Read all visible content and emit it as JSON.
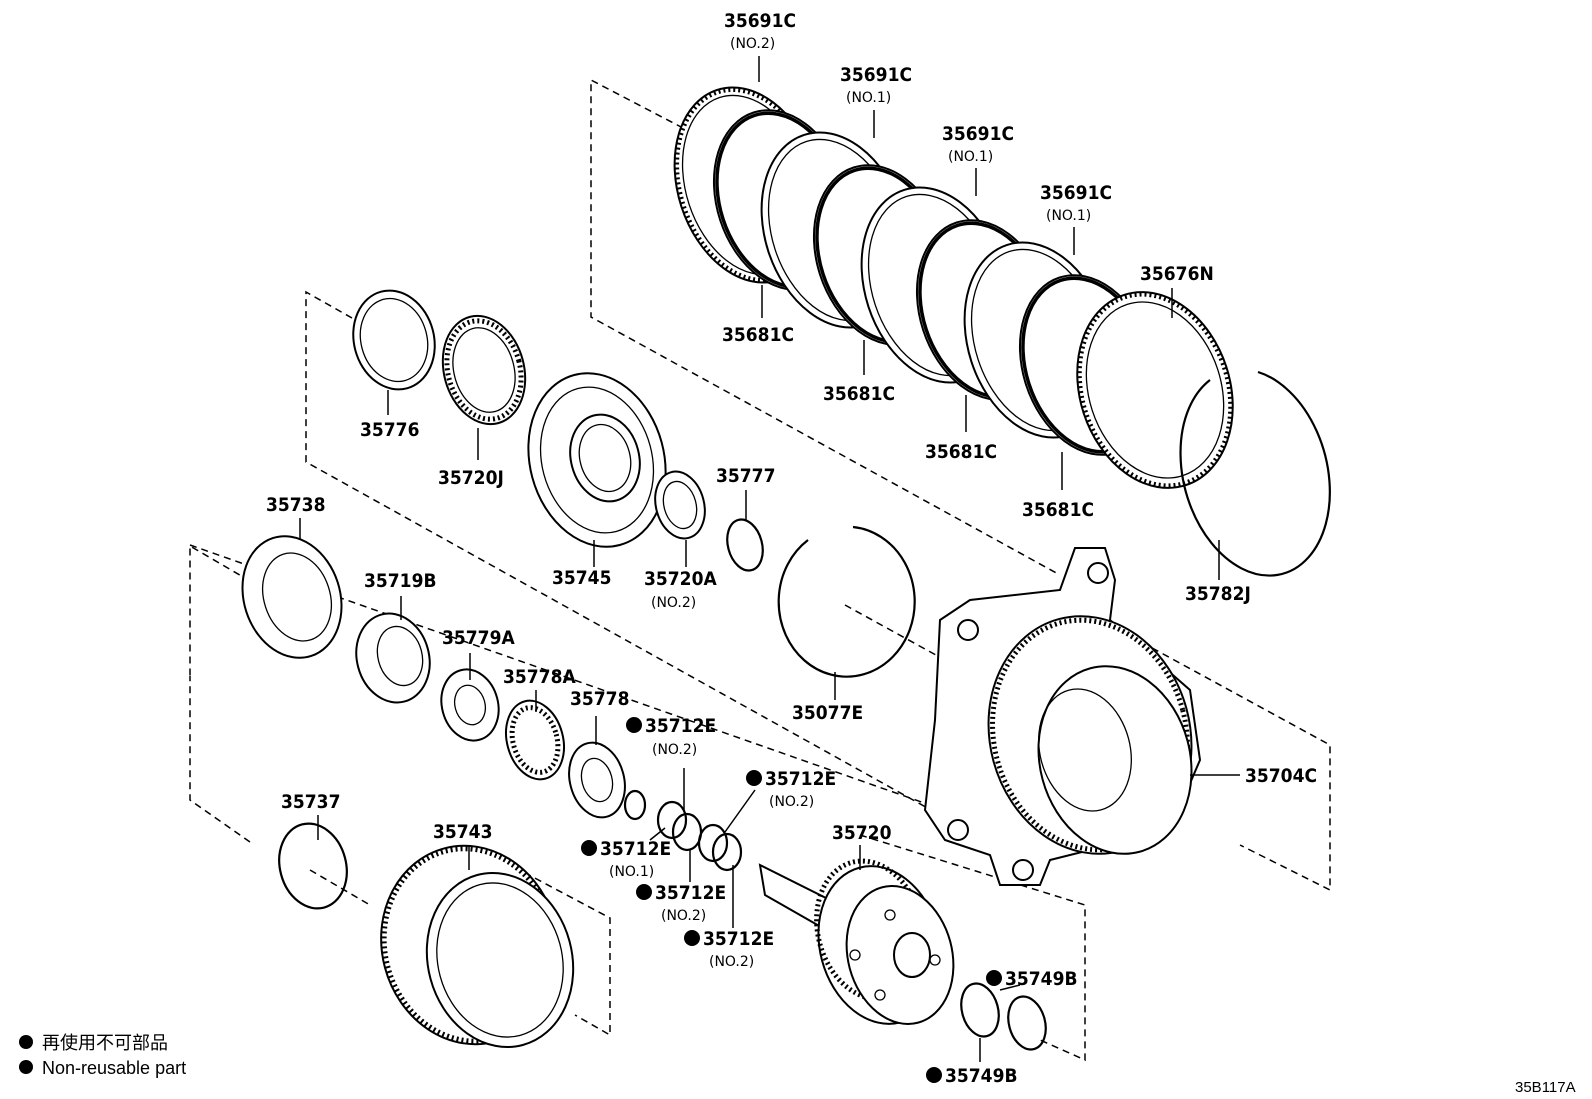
{
  "diagram": {
    "code": "35B117A",
    "legend": {
      "bullet": "●",
      "japanese": "再使用不可部品",
      "english": "Non-reusable part"
    },
    "labels": [
      {
        "id": "35691c-no2",
        "text": "35691C",
        "sub": "(NO.2)",
        "bullet": false
      },
      {
        "id": "35691c-no1-a",
        "text": "35691C",
        "sub": "(NO.1)",
        "bullet": false
      },
      {
        "id": "35691c-no1-b",
        "text": "35691C",
        "sub": "(NO.1)",
        "bullet": false
      },
      {
        "id": "35691c-no1-c",
        "text": "35691C",
        "sub": "(NO.1)",
        "bullet": false
      },
      {
        "id": "35676n",
        "text": "35676N",
        "sub": "",
        "bullet": false
      },
      {
        "id": "35681c-a",
        "text": "35681C",
        "sub": "",
        "bullet": false
      },
      {
        "id": "35681c-b",
        "text": "35681C",
        "sub": "",
        "bullet": false
      },
      {
        "id": "35681c-c",
        "text": "35681C",
        "sub": "",
        "bullet": false
      },
      {
        "id": "35681c-d",
        "text": "35681C",
        "sub": "",
        "bullet": false
      },
      {
        "id": "35782j",
        "text": "35782J",
        "sub": "",
        "bullet": false
      },
      {
        "id": "35776",
        "text": "35776",
        "sub": "",
        "bullet": false
      },
      {
        "id": "35720j",
        "text": "35720J",
        "sub": "",
        "bullet": false
      },
      {
        "id": "35745",
        "text": "35745",
        "sub": "",
        "bullet": false
      },
      {
        "id": "35720a",
        "text": "35720A",
        "sub": "(NO.2)",
        "bullet": false
      },
      {
        "id": "35777",
        "text": "35777",
        "sub": "",
        "bullet": false
      },
      {
        "id": "35077e",
        "text": "35077E",
        "sub": "",
        "bullet": false
      },
      {
        "id": "35738",
        "text": "35738",
        "sub": "",
        "bullet": false
      },
      {
        "id": "35719b",
        "text": "35719B",
        "sub": "",
        "bullet": false
      },
      {
        "id": "35779a",
        "text": "35779A",
        "sub": "",
        "bullet": false
      },
      {
        "id": "35778a",
        "text": "35778A",
        "sub": "",
        "bullet": false
      },
      {
        "id": "35778",
        "text": "35778",
        "sub": "",
        "bullet": false
      },
      {
        "id": "35712e-no2-a",
        "text": "35712E",
        "sub": "(NO.2)",
        "bullet": true
      },
      {
        "id": "35712e-no2-b",
        "text": "35712E",
        "sub": "(NO.2)",
        "bullet": true
      },
      {
        "id": "35712e-no1",
        "text": "35712E",
        "sub": "(NO.1)",
        "bullet": true
      },
      {
        "id": "35712e-no2-c",
        "text": "35712E",
        "sub": "(NO.2)",
        "bullet": true
      },
      {
        "id": "35712e-no2-d",
        "text": "35712E",
        "sub": "(NO.2)",
        "bullet": true
      },
      {
        "id": "35704c",
        "text": "35704C",
        "sub": "",
        "bullet": false
      },
      {
        "id": "35737",
        "text": "35737",
        "sub": "",
        "bullet": false
      },
      {
        "id": "35743",
        "text": "35743",
        "sub": "",
        "bullet": false
      },
      {
        "id": "35720",
        "text": "35720",
        "sub": "",
        "bullet": false
      },
      {
        "id": "35749b-a",
        "text": "35749B",
        "sub": "",
        "bullet": true
      },
      {
        "id": "35749b-b",
        "text": "35749B",
        "sub": "",
        "bullet": true
      }
    ]
  }
}
